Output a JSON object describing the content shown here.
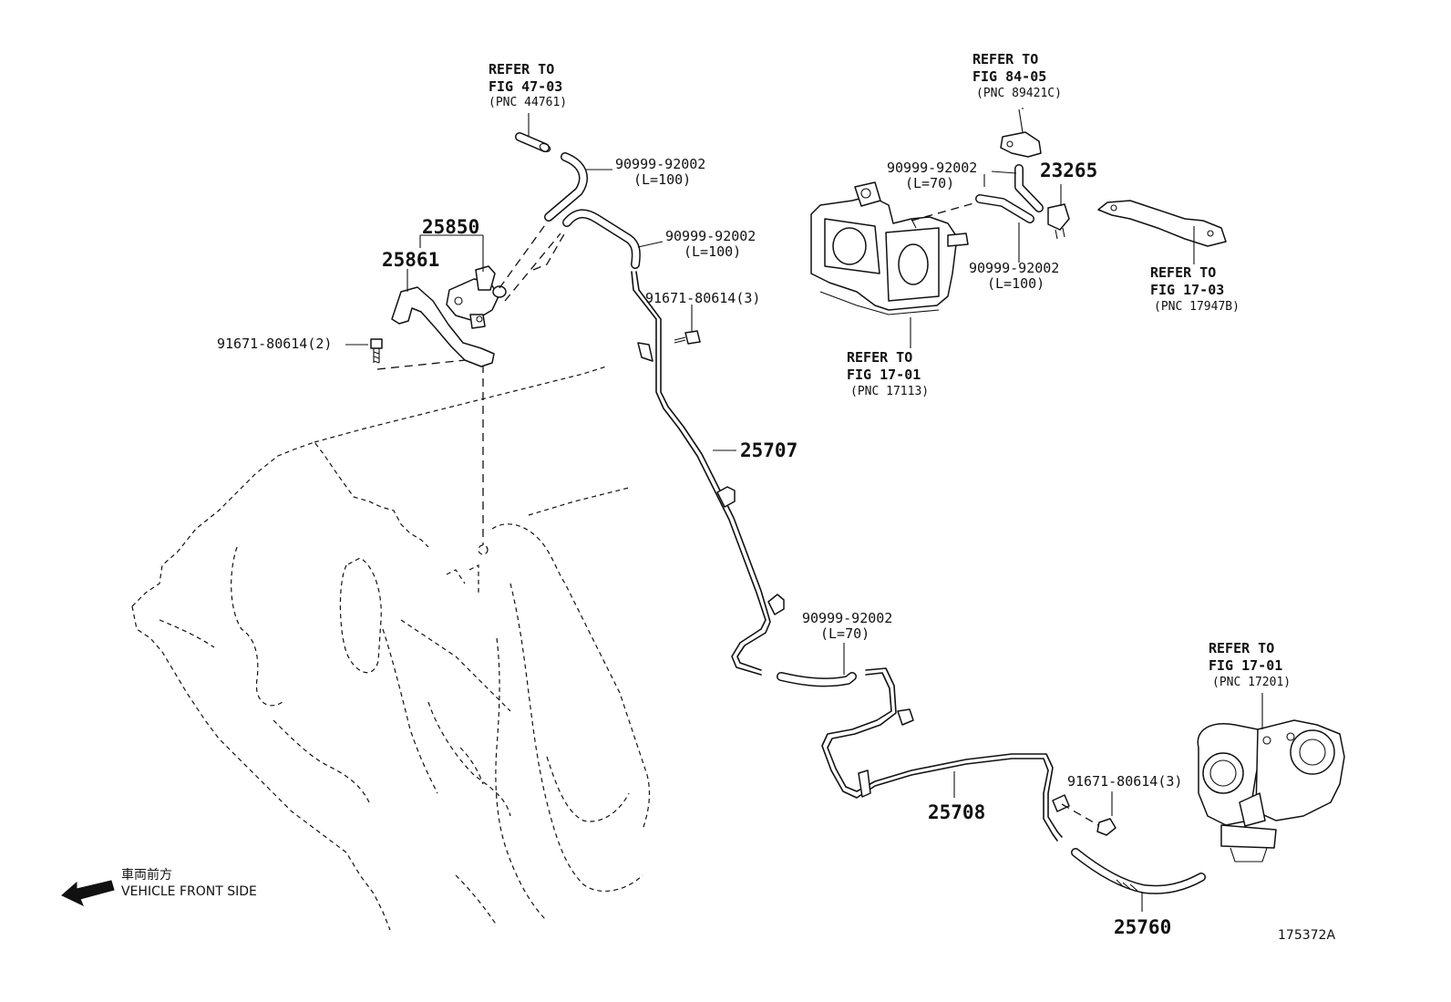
{
  "refs": {
    "fig_47_03": {
      "line1": "REFER TO",
      "line2": "FIG 47-03",
      "line3": "(PNC 44761)"
    },
    "fig_84_05": {
      "line1": "REFER TO",
      "line2": "FIG 84-05",
      "line3": "(PNC 89421C)"
    },
    "fig_17_01_upper": {
      "line1": "REFER TO",
      "line2": "FIG 17-01",
      "line3": "(PNC 17113)"
    },
    "fig_17_03": {
      "line1": "REFER TO",
      "line2": "FIG 17-03",
      "line3": "(PNC 17947B)"
    },
    "fig_17_01_lower": {
      "line1": "REFER TO",
      "line2": "FIG 17-01",
      "line3": "(PNC 17201)"
    }
  },
  "hoses": {
    "h1": {
      "part": "90999-92002",
      "length": "(L=100)"
    },
    "h2": {
      "part": "90999-92002",
      "length": "(L=100)"
    },
    "h3": {
      "part": "90999-92002",
      "length": "(L=70)"
    },
    "h4": {
      "part": "90999-92002",
      "length": "(L=100)"
    },
    "h5": {
      "part": "90999-92002",
      "length": "(L=70)"
    }
  },
  "bolts": {
    "b1": "91671-80614(2)",
    "b2": "91671-80614(3)",
    "b3": "91671-80614(3)"
  },
  "parts": {
    "p25850": "25850",
    "p25861": "25861",
    "p23265": "23265",
    "p25707": "25707",
    "p25708": "25708",
    "p25760": "25760"
  },
  "direction": {
    "jp": "車両前方",
    "en": "VEHICLE FRONT SIDE"
  },
  "figure_id": "175372A"
}
